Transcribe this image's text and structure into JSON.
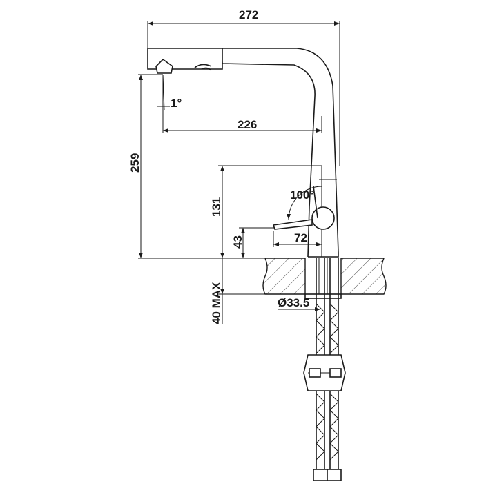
{
  "drawing": {
    "subject": "pull-out kitchen faucet technical drawing",
    "line_color": "#1a1a1a",
    "background": "#ffffff"
  },
  "dimensions": {
    "overall_width": "272",
    "spout_reach": "226",
    "spout_angle": "1°",
    "height_to_outlet": "259",
    "handle_height": "131",
    "lever_height": "43",
    "lever_length": "72",
    "lever_rotation": "100°",
    "max_counter_thickness": "40 MAX",
    "mounting_hole": "Ø33.5"
  }
}
